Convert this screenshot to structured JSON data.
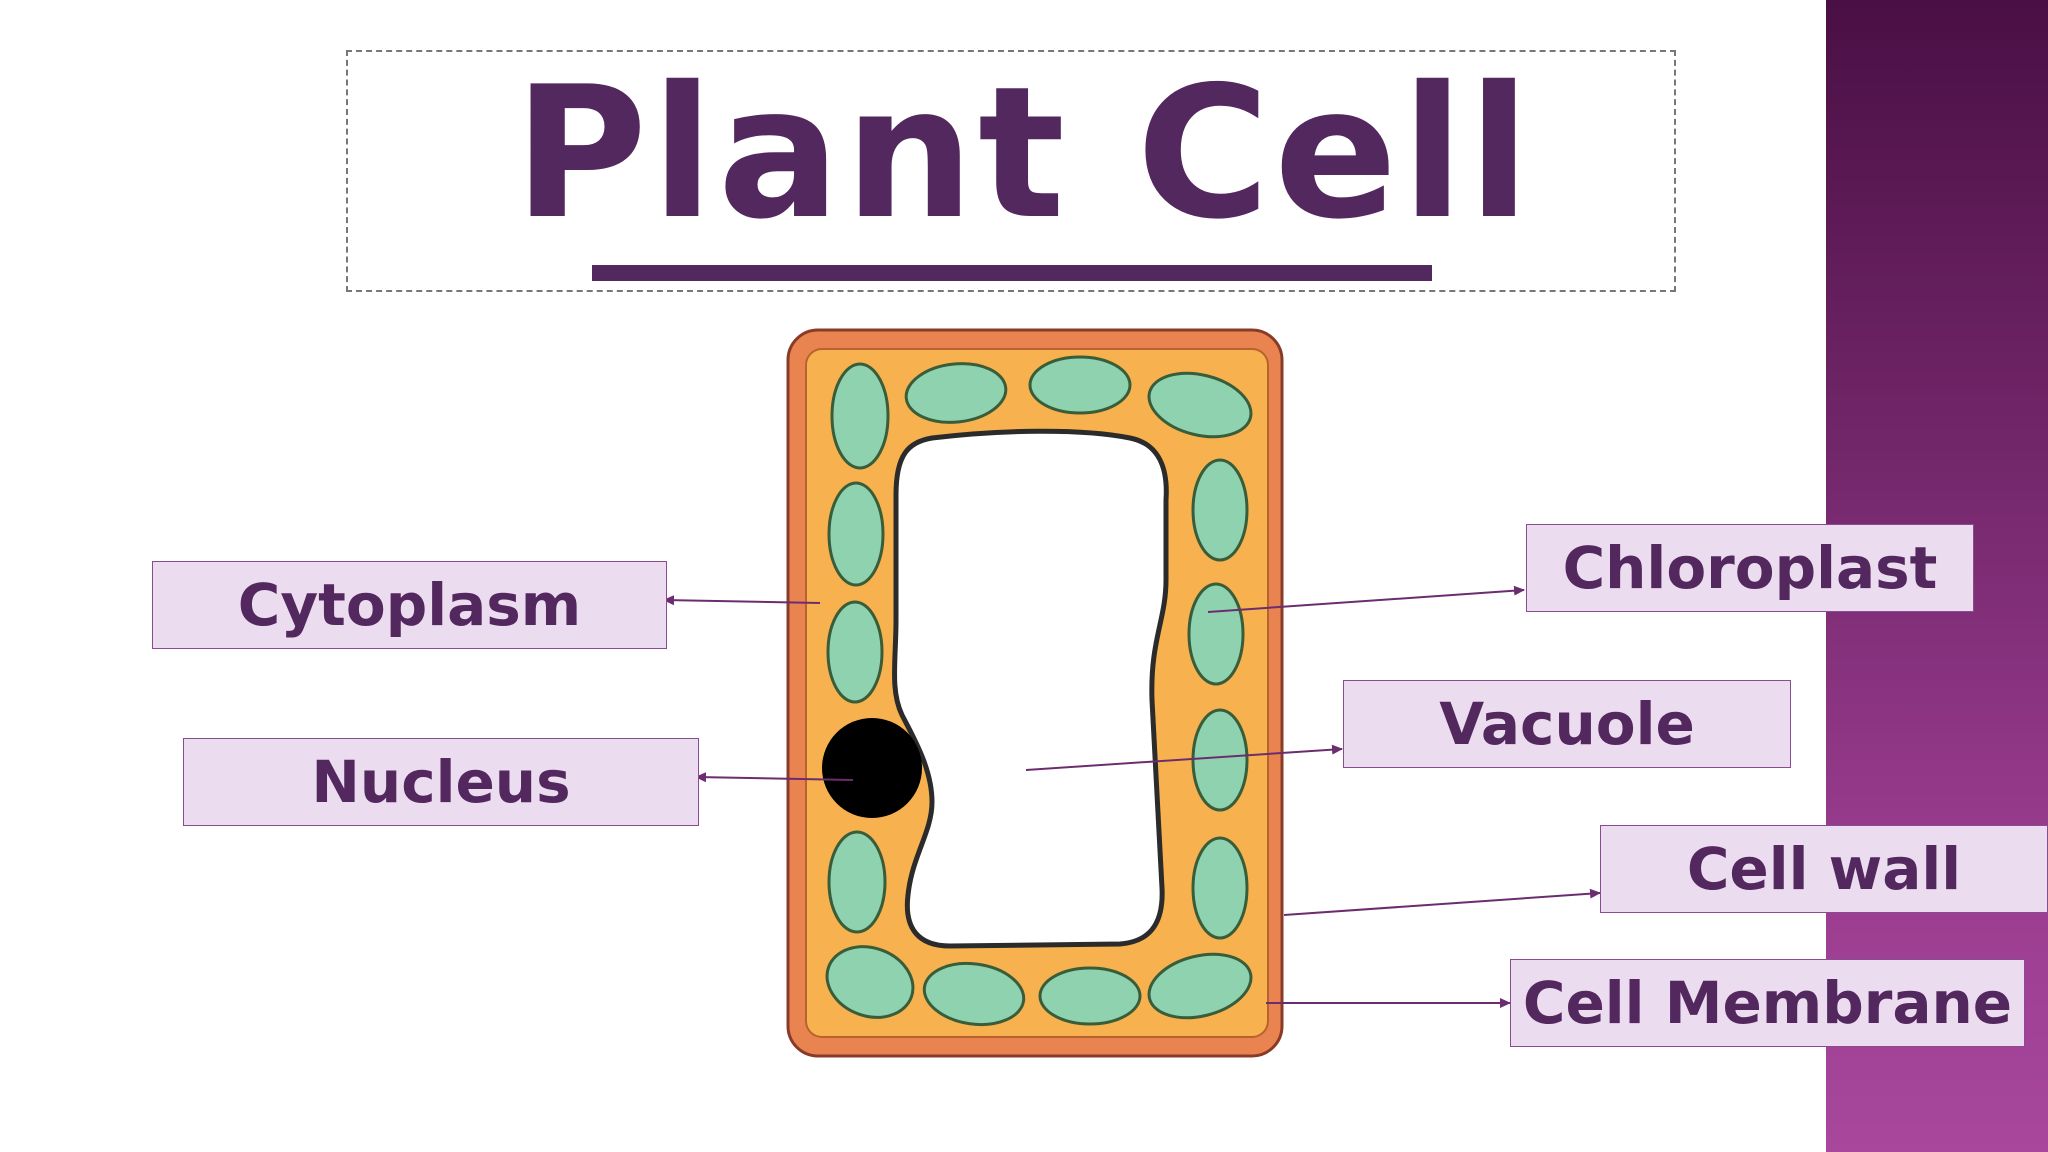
{
  "title": "Plant Cell",
  "labels": {
    "cytoplasm": "Cytoplasm",
    "nucleus": "Nucleus",
    "chloroplast": "Chloroplast",
    "vacuole": "Vacuole",
    "cell_wall": "Cell wall",
    "cell_membrane": "Cell Membrane"
  },
  "colors": {
    "title": "#53285f",
    "label_fill": "#ecdcef",
    "cell_wall": "#e9834f",
    "cytoplasm": "#f7b24f",
    "chloroplast": "#8fd2b0",
    "nucleus": "#000000",
    "arrows": "#6b2d6f",
    "side_band": "#7a2a72"
  }
}
